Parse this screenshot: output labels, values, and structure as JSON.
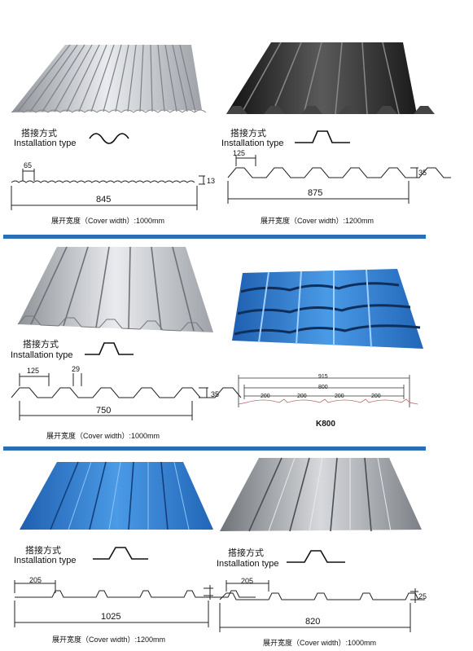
{
  "colors": {
    "divider": "#2a6fb5",
    "blue_sheet": "#2f7fd0",
    "dark_sheet": "#2b2b2b",
    "silver_sheet": "#b9bcc0"
  },
  "install_cn": "搭接方式",
  "install_en": "Installation type",
  "cover_cn": "展开宽度",
  "panels": [
    {
      "pitch": "65",
      "height": "13",
      "total": "845",
      "cover": "（Cover width）:1000mm"
    },
    {
      "pitch": "125",
      "height": "35",
      "total": "875",
      "cover": "（Cover width）:1200mm"
    },
    {
      "pitch": "125",
      "rib": "29",
      "height": "35",
      "total": "750",
      "cover": "（Cover width）:1000mm"
    },
    {
      "overall": "915",
      "effective": "800",
      "segments": [
        "200",
        "200",
        "200",
        "200"
      ],
      "model": "K800"
    },
    {
      "pitch": "205",
      "total": "1025",
      "cover": "（Cover width）:1200mm"
    },
    {
      "pitch": "205",
      "height": "25",
      "total": "820",
      "cover": "（Cover width）:1000mm"
    }
  ]
}
